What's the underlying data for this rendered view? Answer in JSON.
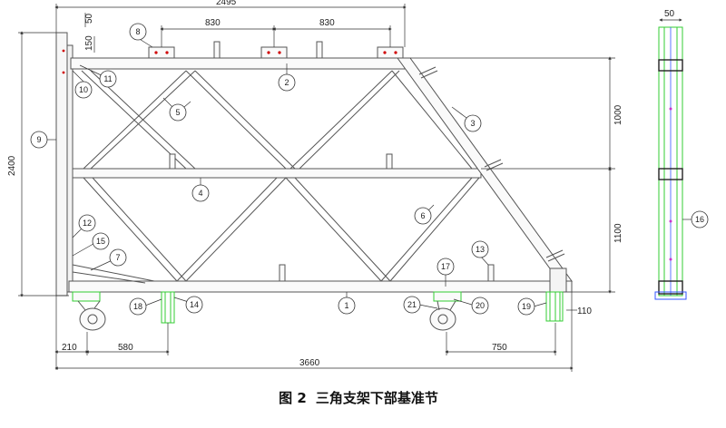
{
  "caption": {
    "figure": "图 2",
    "title": "三角支架下部基准节"
  },
  "dimensions": {
    "top_total": "2495",
    "top_span_1": "830",
    "top_span_2": "830",
    "left_50": "50",
    "left_150": "150",
    "left_height": "2400",
    "right_1000": "1000",
    "right_1100": "1100",
    "right_110": "110",
    "bottom_210": "210",
    "bottom_580": "580",
    "bottom_750": "750",
    "bottom_total": "3660",
    "side_50": "50"
  },
  "balloons": [
    "1",
    "2",
    "3",
    "4",
    "5",
    "6",
    "7",
    "8",
    "9",
    "10",
    "11",
    "12",
    "13",
    "14",
    "15",
    "16",
    "17",
    "18",
    "19",
    "20",
    "21"
  ],
  "colors": {
    "line": "#555555",
    "highlight": "#33cc33",
    "accent": "#d00000",
    "blue": "#3355ff",
    "magenta": "#cc33cc"
  }
}
